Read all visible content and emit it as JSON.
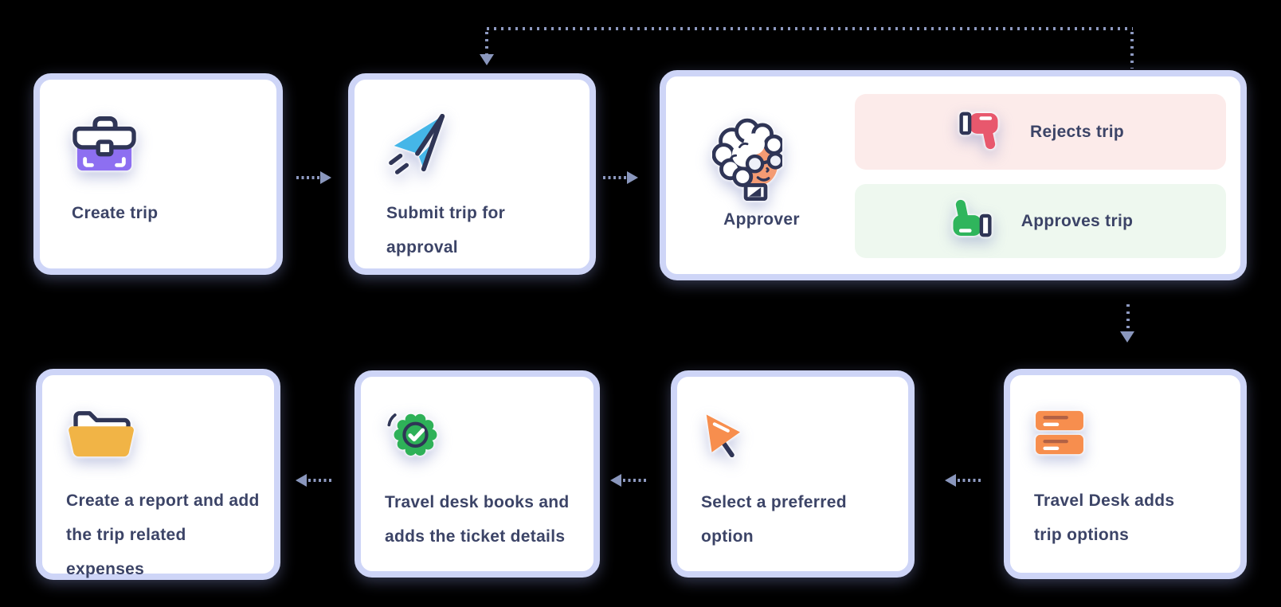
{
  "diagram": {
    "type": "flowchart",
    "subject": "Travel request and booking workflow",
    "background": "#000000"
  },
  "cards": {
    "create_trip": {
      "label": "Create trip",
      "icon": "briefcase-icon"
    },
    "submit_trip": {
      "label": "Submit trip for\napproval",
      "icon": "paper-plane-icon"
    },
    "approver": {
      "label": "Approver",
      "icon": "approver-person-icon",
      "reject": {
        "label": "Rejects trip",
        "icon": "thumbs-down-icon",
        "bg": "#fcebea",
        "icon_color": "#e8586d"
      },
      "approve": {
        "label": "Approves trip",
        "icon": "thumbs-up-icon",
        "bg": "#eef8ef",
        "icon_color": "#2fb55c"
      }
    },
    "travel_desk_options": {
      "label": "Travel Desk adds\ntrip options",
      "icon": "list-options-icon"
    },
    "select_option": {
      "label": "Select a preferred\noption",
      "icon": "cursor-arrow-icon"
    },
    "travel_desk_books": {
      "label": "Travel desk books and\nadds the ticket details",
      "icon": "badge-check-icon"
    },
    "create_report": {
      "label": "Create a report and add\nthe trip related expenses",
      "icon": "folder-icon"
    }
  },
  "flow": {
    "arrows": [
      {
        "from": "create_trip",
        "to": "submit_trip",
        "style": "dotted",
        "direction": "right"
      },
      {
        "from": "submit_trip",
        "to": "approver",
        "style": "dotted",
        "direction": "right"
      },
      {
        "from": "approver",
        "to": "submit_trip",
        "style": "dotted",
        "direction": "loop-over-top",
        "meaning": "reject resubmission loop"
      },
      {
        "from": "approver",
        "to": "travel_desk_options",
        "style": "dotted",
        "direction": "down"
      },
      {
        "from": "travel_desk_options",
        "to": "select_option",
        "style": "dotted",
        "direction": "left"
      },
      {
        "from": "select_option",
        "to": "travel_desk_books",
        "style": "dotted",
        "direction": "left"
      },
      {
        "from": "travel_desk_books",
        "to": "create_report",
        "style": "dotted",
        "direction": "left"
      }
    ]
  },
  "colors": {
    "card_bg": "#ffffff",
    "card_border": "#ced5f7",
    "text": "#3c4467",
    "outline_navy": "#2f3556",
    "arrow": "#8d99c0",
    "briefcase_purple": "#8d6ff1",
    "plane_blue": "#45b6e8",
    "folder_yellow": "#f1b446",
    "cursor_orange": "#f78e4e",
    "list_orange": "#f78e4e",
    "list_dark_line": "#b26144",
    "badge_green": "#2eb158",
    "thumb_red": "#e8586d",
    "thumb_green": "#2fb55c",
    "reject_panel_bg": "#fcebea",
    "approve_panel_bg": "#eef8ef"
  }
}
